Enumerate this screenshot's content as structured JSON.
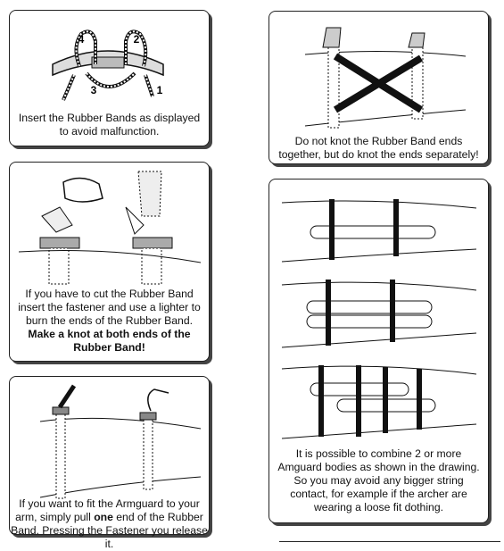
{
  "panels": {
    "insert": {
      "caption": [
        "Insert the Rubber Bands as displayed",
        "to avoid malfunction."
      ],
      "numbers": [
        "4",
        "2",
        "3",
        "1"
      ]
    },
    "cut": {
      "caption": [
        "If you have to cut the Rubber Band",
        "insert the fastener and use a lighter to",
        "burn the ends of the Rubber Band."
      ],
      "caption_bold": [
        "Make a knot at both ends of the",
        "Rubber Band!"
      ]
    },
    "fit": {
      "caption": [
        "If you want to fit the Armguard to your",
        "arm, simply pull "
      ],
      "caption_bold_word": "one",
      "caption_rest": [
        " end of the Rubber",
        "Band. Pressing the Fastener you release it."
      ]
    },
    "knot": {
      "caption": [
        "Do not knot the Rubber Band ends",
        "together, but do knot the ends separately!"
      ]
    },
    "combine": {
      "caption": [
        "It is possible to combine 2 or more",
        "Amguard bodies as shown in the drawing.",
        "So you may avoid any bigger string",
        "contact, for example if the archer are",
        "wearing a loose fit dothing."
      ]
    }
  }
}
